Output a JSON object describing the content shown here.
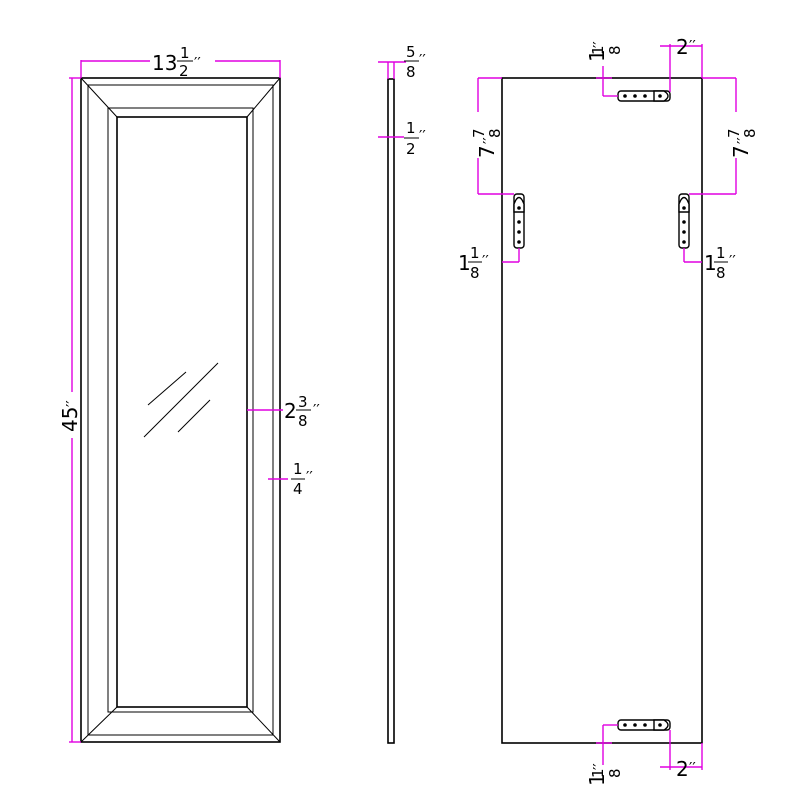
{
  "colors": {
    "line": "#000000",
    "dimension": "#e000e0",
    "background": "#ffffff",
    "hanger": "#ffffff"
  },
  "front_view": {
    "width_whole": "13",
    "width_frac_num": "1",
    "width_frac_den": "2",
    "width_unit": "′′",
    "height": "45",
    "height_unit": "′′",
    "frame_width_whole": "2",
    "frame_width_num": "3",
    "frame_width_den": "8",
    "frame_width_unit": "′′",
    "frame_depth_num": "1",
    "frame_depth_den": "4",
    "frame_depth_unit": "′′"
  },
  "side_view": {
    "thickness_num": "5",
    "thickness_den": "8",
    "thickness_unit": "′′",
    "edge_num": "1",
    "edge_den": "2",
    "edge_unit": "′′"
  },
  "back_view": {
    "hanger_offset_whole": "2",
    "hanger_offset_unit": "′′",
    "top_gap_whole": "1",
    "top_gap_num": "1",
    "top_gap_den": "8",
    "top_gap_unit": "′′",
    "side_hanger_whole": "7",
    "side_hanger_num": "7",
    "side_hanger_den": "8",
    "side_hanger_unit": "′′",
    "side_gap_whole": "1",
    "side_gap_num": "1",
    "side_gap_den": "8",
    "side_gap_unit": "′′",
    "bottom_gap_whole": "1",
    "bottom_gap_num": "1",
    "bottom_gap_den": "8",
    "bottom_gap_unit": "′′",
    "bottom_offset_whole": "2",
    "bottom_offset_unit": "′′"
  }
}
